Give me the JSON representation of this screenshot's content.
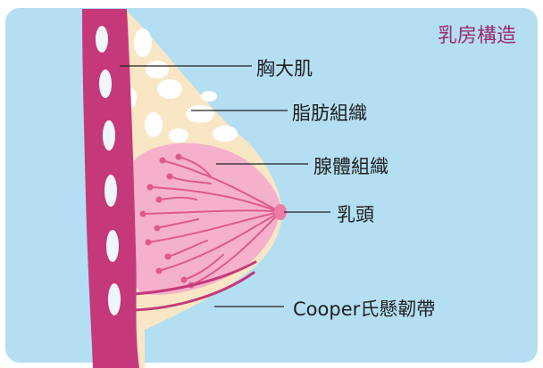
{
  "title": "乳房構造",
  "labels": {
    "pectoralis": "胸大肌",
    "adipose": "脂肪組織",
    "glandular": "腺體組織",
    "nipple": "乳頭",
    "cooper": "Cooper氏懸韌帶"
  },
  "colors": {
    "background": "#b4def2",
    "muscle": "#c5397a",
    "fat": "#f8e6c5",
    "gland": "#f5b0cb",
    "title": "#9c2c6e"
  }
}
